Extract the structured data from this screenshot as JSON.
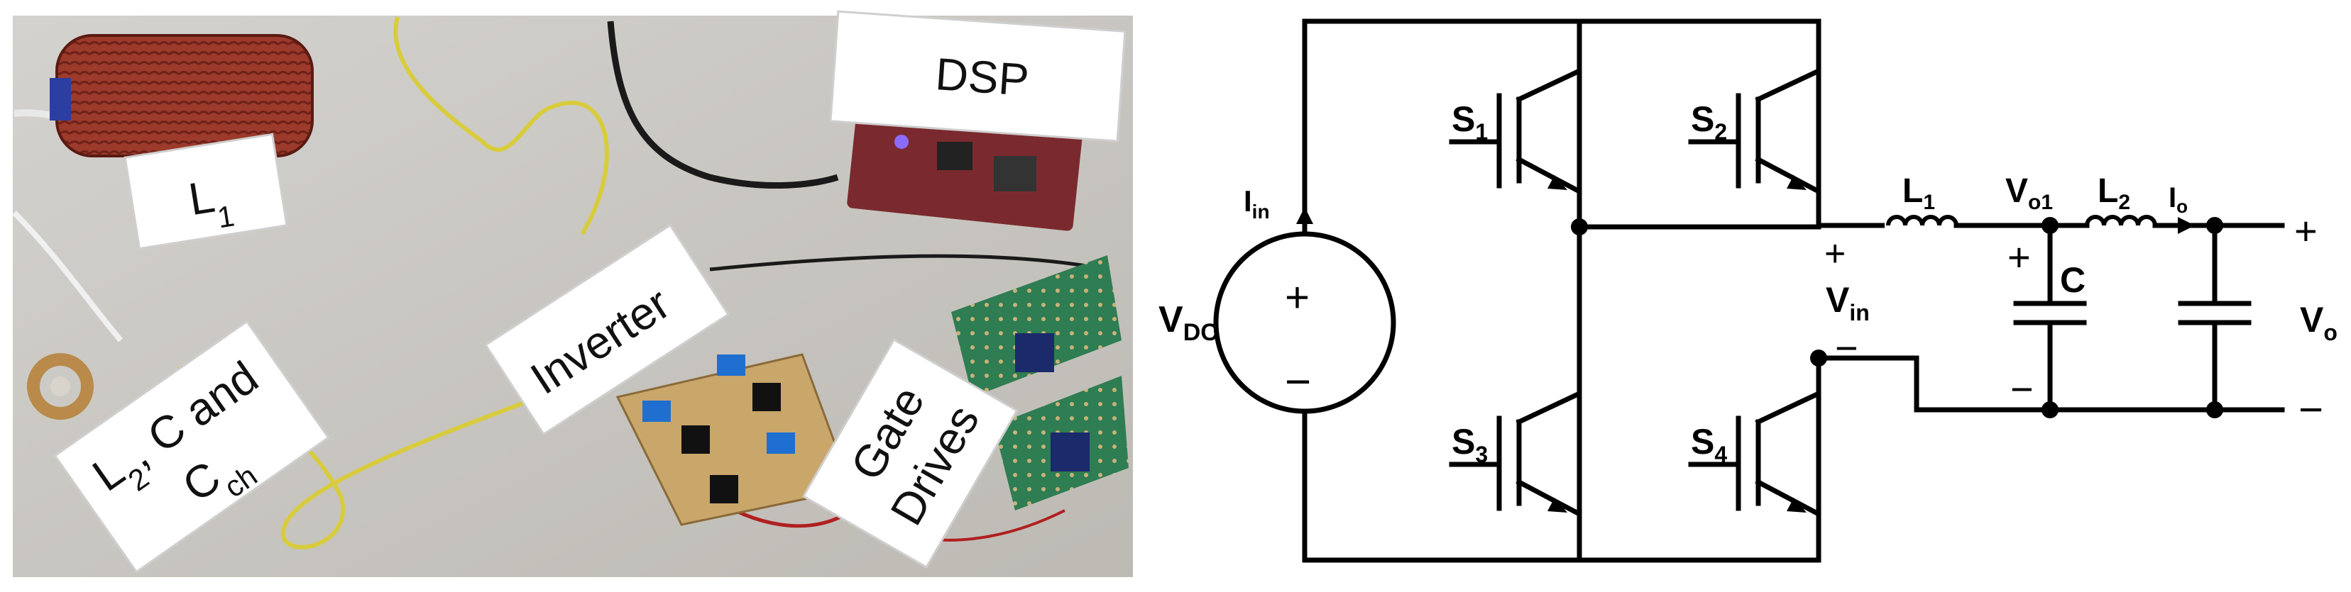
{
  "photo": {
    "labels": {
      "l1": "L",
      "l1_sub": "1",
      "dsp": "DSP",
      "inverter": "Inverter",
      "gate_line1": "Gate",
      "gate_line2": "Drives",
      "l2_line1_a": "L",
      "l2_line1_sub": "2",
      "l2_line1_b": ", C and",
      "l2_line2_a": "C",
      "l2_line2_sub": "ch"
    },
    "colors": {
      "table": "#c9c7c3",
      "coil": "#9c3a2c",
      "wire_yellow": "#d8cc3c",
      "board": "#2f7d52",
      "dsp_board": "#7a2a2e"
    }
  },
  "circuit": {
    "vdc": "V",
    "vdc_sub": "DC",
    "vdc_plus": "+",
    "vdc_minus": "−",
    "iin": "I",
    "iin_sub": "in",
    "s1": "S",
    "s1_sub": "1",
    "s2": "S",
    "s2_sub": "2",
    "s3": "S",
    "s3_sub": "3",
    "s4": "S",
    "s4_sub": "4",
    "l1": "L",
    "l1_sub": "1",
    "l2": "L",
    "l2_sub": "2",
    "vo1": "V",
    "vo1_sub": "o1",
    "io": "I",
    "io_sub": "o",
    "vin": "V",
    "vin_sub": "in",
    "vin_plus": "+",
    "vin_minus": "−",
    "c": "C",
    "c_plus": "+",
    "c_minus": "−",
    "vo": "V",
    "vo_sub": "o",
    "vo_plus": "+",
    "vo_minus": "−"
  }
}
